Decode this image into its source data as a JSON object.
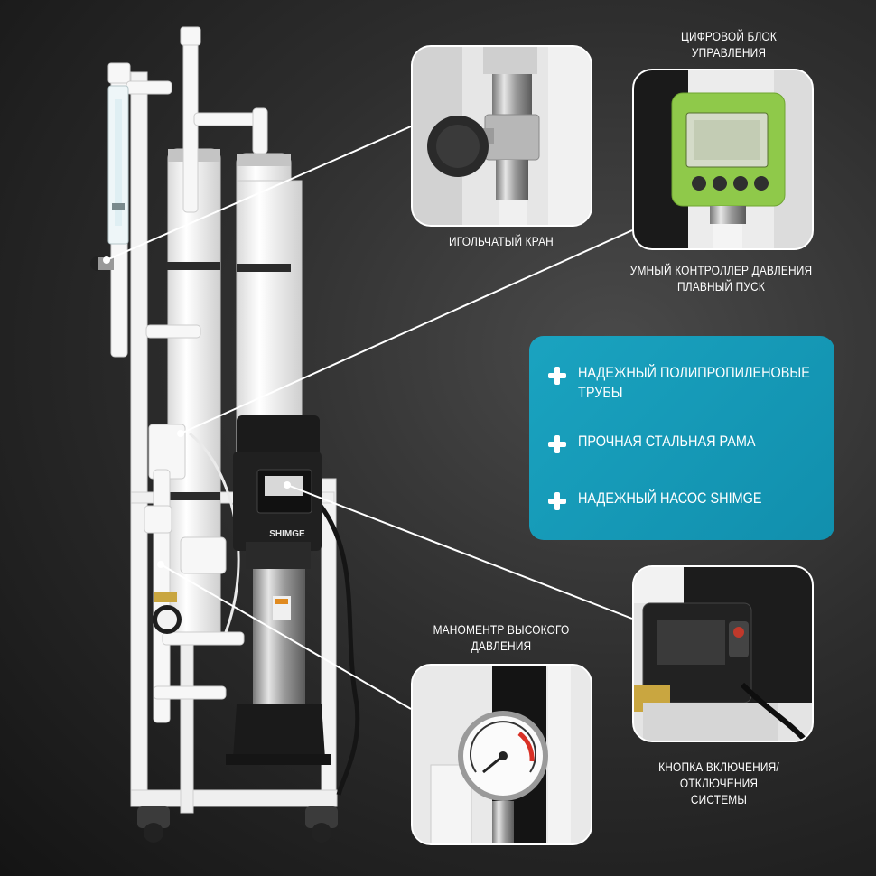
{
  "callouts": {
    "needle_valve": "ИГОЛЬЧАТЫЙ КРАН",
    "digital_block": [
      "ЦИФРОВОЙ БЛОК",
      "УПРАВЛЕНИЯ"
    ],
    "smart_controller": [
      "УМНЫЙ КОНТРОЛЛЕР ДАВЛЕНИЯ",
      "ПЛАВНЫЙ ПУСК"
    ],
    "pressure_gauge": [
      "МАНОМЕНТР ВЫСОКОГО",
      "ДАВЛЕНИЯ"
    ],
    "power_button": [
      "КНОПКА ВКЛЮЧЕНИЯ/",
      "ОТКЛЮЧЕНИЯ",
      "СИСТЕМЫ"
    ]
  },
  "features": [
    "НАДЕЖНЫЙ ПОЛИПРОПИЛЕНОВЫЕ ТРУБЫ",
    "ПРОЧНАЯ СТАЛЬНАЯ РАМА",
    "НАДЕЖНЫЙ НАСОС SHIMGE"
  ],
  "pump_brand": "SHIMGE",
  "colors": {
    "card_accent": "#1aa3c0",
    "controller_green": "#8fc94a",
    "text": "#ffffff"
  }
}
